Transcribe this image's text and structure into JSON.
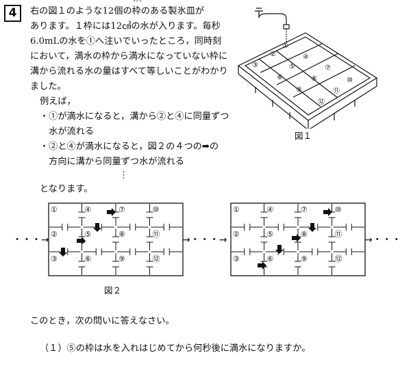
{
  "question_number": "4",
  "intro_lines": [
    "右の図１のような12個の枠のある製氷皿が",
    "あります。１枠には12㎤の水が入ります。毎秒",
    "6.0mLの水を①へ注いでいったところ，同時刻",
    "において，満水の枠から満水になっていない枠に",
    "溝から流れる水の量はすべて等しいことがわかり",
    "ました。"
  ],
  "ruby": {
    "base": "枠",
    "reading": "わく"
  },
  "example_label": "例えば，",
  "example_lines": [
    "・①が満水になると，溝から②と④に同量ずつ",
    "　水が流れる",
    "・②と④が満水になると，図２の４つの➡の",
    "　方向に溝から同量ずつ水が流れる"
  ],
  "vertical_ellipsis": "⋮",
  "conclusion": "となります。",
  "figure1_caption": "図１",
  "figure2_caption": "図２",
  "cell_labels": [
    "①",
    "②",
    "③",
    "④",
    "⑤",
    "⑥",
    "⑦",
    "⑧",
    "⑨",
    "⑩",
    "⑪",
    "⑫"
  ],
  "ellipsis_left": "・・・→",
  "ellipsis_middle": "→・・・→",
  "ellipsis_right": "→・・・",
  "prompt_text": "このとき，次の問いに答えなさい。",
  "question_1": "（１）⑤の枠は水を入れはじめてから何秒後に満水になりますか。"
}
